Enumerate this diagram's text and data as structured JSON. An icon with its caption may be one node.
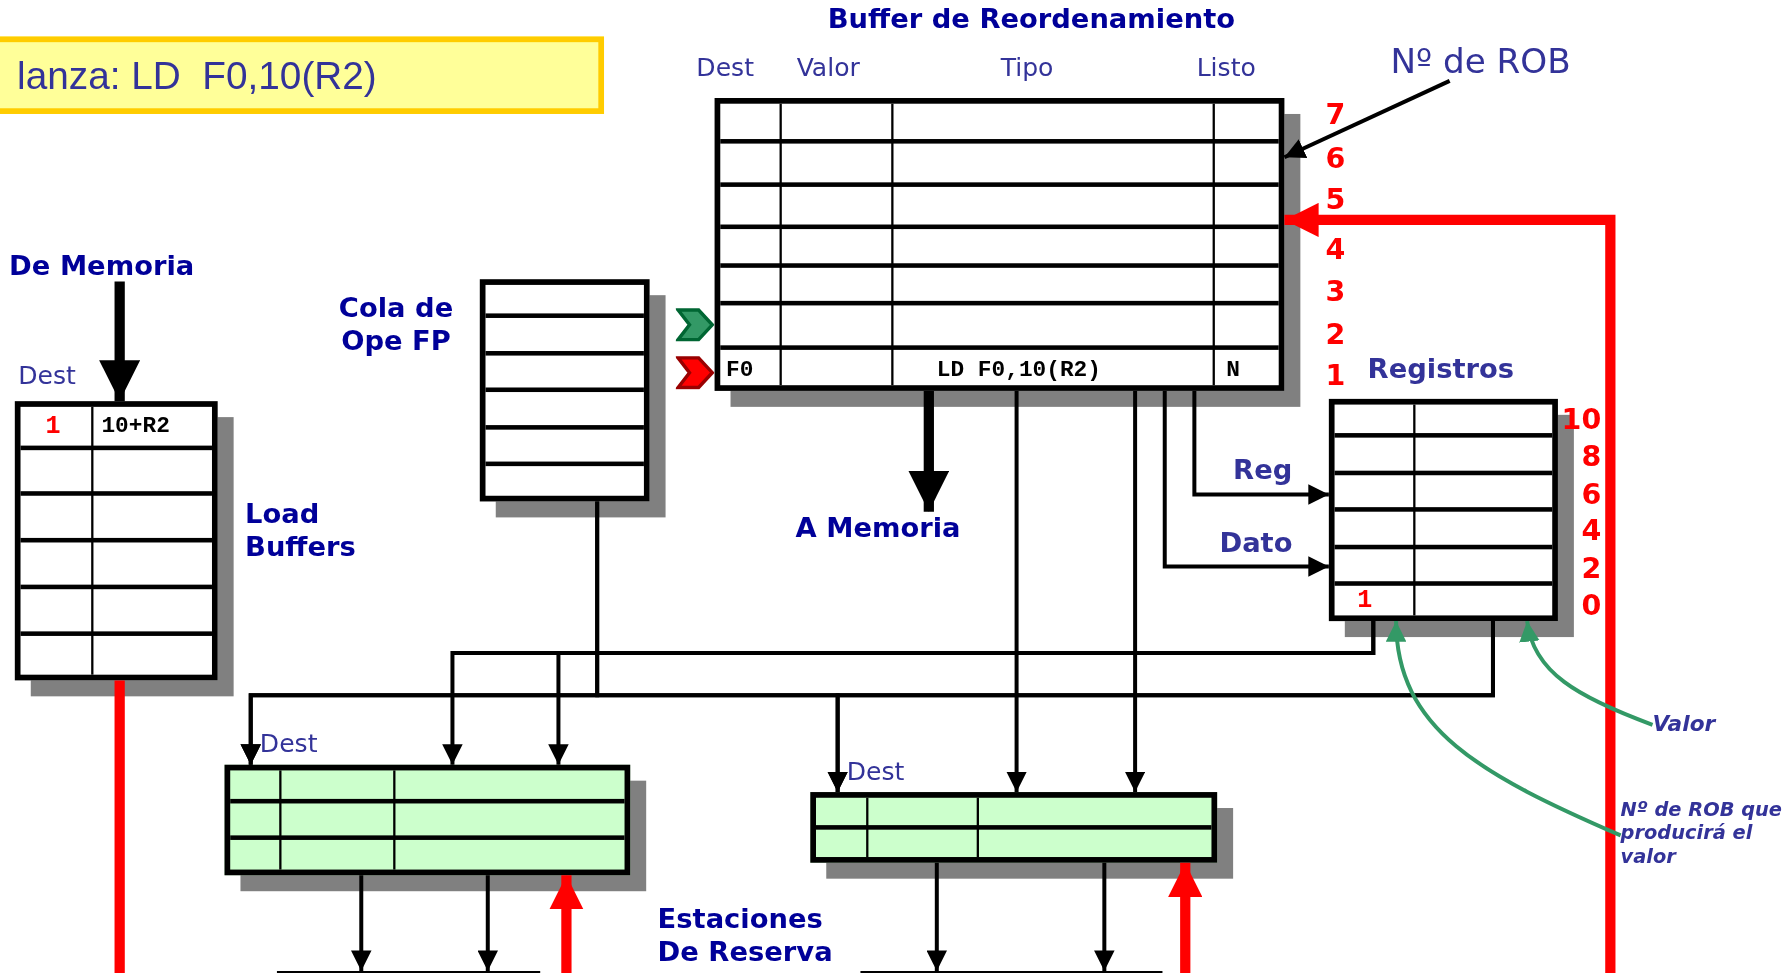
{
  "diagram": {
    "nodes": [
      {
        "text": [
          "lanza: LD  F0,10(R2)"
        ]
      },
      {
        "text": [
          "Buffer de Reordenamiento"
        ]
      },
      {
        "text": [
          "Cola de Ope FP"
        ]
      },
      {
        "text": [
          "Load Buffers"
        ]
      },
      {
        "text": [
          "Registros"
        ]
      },
      {
        "text": [],
        "shape": "box"
      },
      {
        "text": [],
        "shape": "box"
      },
      {
        "text": [
          "De Memoria"
        ]
      },
      {
        "text": [
          "A Memoria"
        ]
      },
      {
        "text": [
          "Nº de ROB"
        ]
      },
      {
        "text": [
          "Valor"
        ]
      },
      {
        "text": [
          "Nº de ROB que producirá el valor"
        ]
      },
      {
        "text": [],
        "shape": "box"
      },
      {
        "text": [],
        "shape": "box"
      }
    ],
    "edges": [
      {
        "from": 7,
        "to": 3,
        "arrow": "to",
        "style": "thick"
      },
      {
        "from": 1,
        "to": 8,
        "arrow": "to",
        "style": "thick"
      },
      {
        "from": 9,
        "to": 1,
        "arrow": "to"
      },
      {
        "from": 1,
        "to": 4,
        "arrow": "to",
        "label": "Reg"
      },
      {
        "from": 1,
        "to": 4,
        "arrow": "to",
        "label": "Dato"
      },
      {
        "from": 1,
        "to": 6,
        "arrow": "to"
      },
      {
        "from": 1,
        "to": 6,
        "arrow": "to"
      },
      {
        "from": 2,
        "to": 5,
        "arrow": "to"
      },
      {
        "from": 2,
        "to": 6,
        "arrow": "to"
      },
      {
        "from": 4,
        "to": 5,
        "arrow": "to"
      },
      {
        "from": 4,
        "to": 5,
        "arrow": "to"
      },
      {
        "from": 4,
        "to": 5,
        "arrow": "to"
      },
      {
        "from": 4,
        "to": 6,
        "arrow": "to"
      },
      {
        "from": null,
        "to": 1,
        "arrow": "to",
        "style": "thick",
        "color": "#ff0000"
      },
      {
        "from": 3,
        "to": null,
        "arrow": "none",
        "style": "thick",
        "color": "#ff0000"
      },
      {
        "from": null,
        "to": 5,
        "arrow": "to",
        "style": "thick",
        "color": "#ff0000"
      },
      {
        "from": null,
        "to": 6,
        "arrow": "to",
        "style": "thick",
        "color": "#ff0000"
      },
      {
        "from": 5,
        "to": 12,
        "arrow": "to"
      },
      {
        "from": 5,
        "to": 12,
        "arrow": "to"
      },
      {
        "from": 6,
        "to": 13,
        "arrow": "to"
      },
      {
        "from": 6,
        "to": 13,
        "arrow": "to"
      },
      {
        "from": 10,
        "to": 4,
        "arrow": "to",
        "color": "#339966"
      },
      {
        "from": 11,
        "to": 4,
        "arrow": "to",
        "color": "#339966"
      }
    ],
    "labels": [
      "Dest",
      "Valor",
      "Tipo",
      "Listo",
      "7",
      "6",
      "5",
      "4",
      "3",
      "2",
      "1",
      "F0",
      "LD F0,10(R2)",
      "N",
      "Dest",
      "1",
      "10+R2",
      "10",
      "8",
      "6",
      "4",
      "2",
      "0",
      "1",
      "Dest",
      "Dest",
      "Estaciones De Reserva"
    ]
  }
}
